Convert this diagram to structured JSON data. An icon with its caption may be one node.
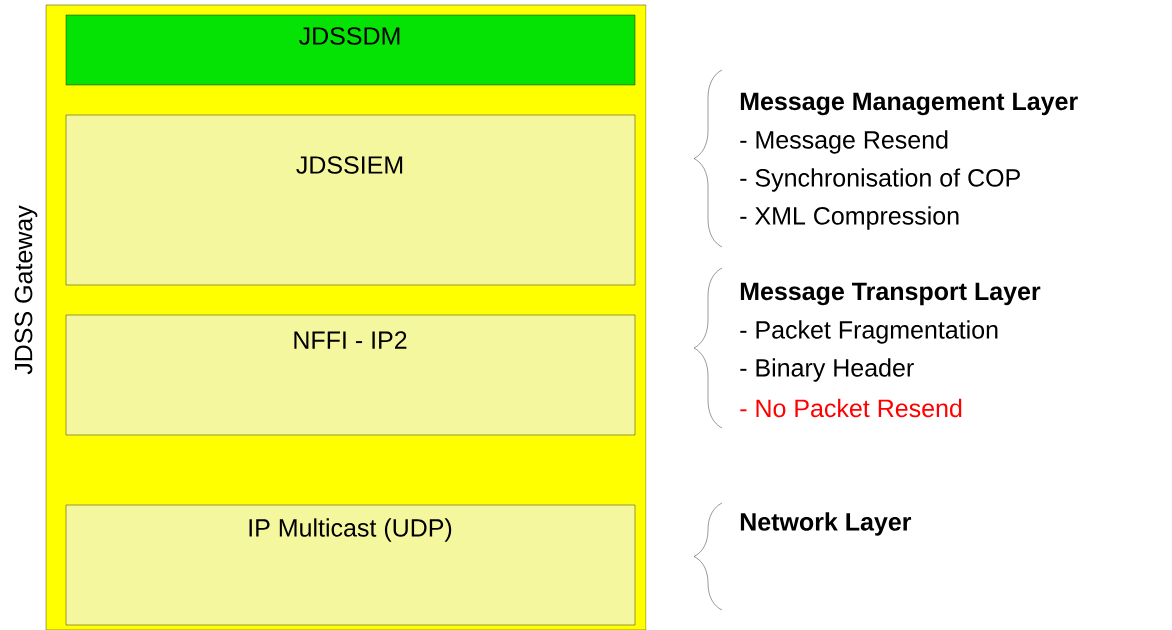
{
  "diagram": {
    "nodes": [
      {
        "text": [
          "JDSS Gateway"
        ]
      },
      {
        "text": [
          "JDSSDM"
        ],
        "in": 0
      },
      {
        "text": [
          "JDSSIEM"
        ],
        "in": 0
      },
      {
        "text": [
          "NFFI - IP2"
        ],
        "in": 0
      },
      {
        "text": [
          "IP Multicast (UDP)"
        ],
        "in": 0
      }
    ],
    "edges": [],
    "labels": [
      "Message Management Layer",
      "- Message Resend",
      "- Synchronisation of COP",
      "- XML Compression",
      "Message Transport Layer",
      "- Packet Fragmentation",
      "- Binary Header",
      "- No Packet Resend",
      "Network Layer"
    ]
  }
}
